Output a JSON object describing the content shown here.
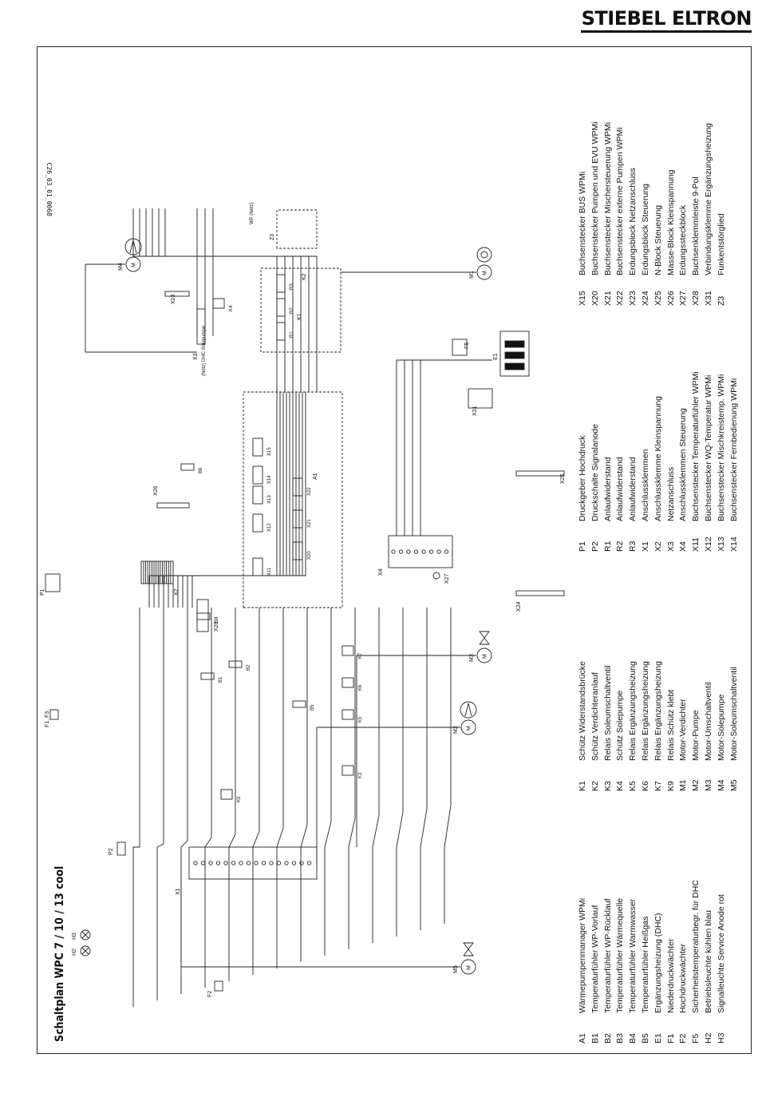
{
  "brand": "STIEBEL ELTRON",
  "title": "Schaltplan WPC 7 / 10 / 13 cool",
  "doc_id": "C26_03_01_0068",
  "legend_columns": [
    [
      {
        "code": "A1",
        "desc": "Wärmepumpenmanager WPMi"
      },
      {
        "code": "B1",
        "desc": "Temperaturfühler WP-Vorlauf"
      },
      {
        "code": "B2",
        "desc": "Temperaturfühler WP-Rücklauf"
      },
      {
        "code": "B3",
        "desc": "Temperaturfühler Wärmequelle"
      },
      {
        "code": "B4",
        "desc": "Temperaturfühler Warmwasser"
      },
      {
        "code": "B5",
        "desc": "Temperaturfühler Heißgas"
      },
      {
        "code": "E1",
        "desc": "Ergänzungsheizung (DHC)"
      },
      {
        "code": "F1",
        "desc": "Niederdruckwächter"
      },
      {
        "code": "F2",
        "desc": "Hochdruckwächter"
      },
      {
        "code": "F5",
        "desc": "Sicherheitstemperaturbegr. für  DHC"
      },
      {
        "code": "H2",
        "desc": "Betriebsleuchte kühlen blau"
      },
      {
        "code": "H3",
        "desc": "Signalleuchte Service Anode rot"
      }
    ],
    [
      {
        "code": "K1",
        "desc": "Schütz Widerstandsbrücke"
      },
      {
        "code": "K2",
        "desc": "Schütz Verdichteranlauf"
      },
      {
        "code": "K3",
        "desc": "Relais Soleumschaltventil"
      },
      {
        "code": "K4",
        "desc": "Schütz Solepumpe"
      },
      {
        "code": "K5",
        "desc": "Relais Ergänzungsheizung"
      },
      {
        "code": "K6",
        "desc": "Relais Ergänzungsheizung"
      },
      {
        "code": "K7",
        "desc": "Relais Ergänzungsheizung"
      },
      {
        "code": "K9",
        "desc": "Relais Schütz klebt"
      },
      {
        "code": "M1",
        "desc": "Motor-Verdichter"
      },
      {
        "code": "M2",
        "desc": "Motor-Pumpe"
      },
      {
        "code": "M3",
        "desc": "Motor-Umschaltventil"
      },
      {
        "code": "M4",
        "desc": "Motor-Solepumpe"
      },
      {
        "code": "M5",
        "desc": "Motor-Soleumschaltventil"
      }
    ],
    [
      {
        "code": "P1",
        "desc": "Druckgeber Hochdruck"
      },
      {
        "code": "P2",
        "desc": "Druckschalte Signalanode"
      },
      {
        "code": "R1",
        "desc": "Anlaufwiderstand"
      },
      {
        "code": "R2",
        "desc": "Anlaufwiderstand"
      },
      {
        "code": "R3",
        "desc": "Anlaufwiderstand"
      },
      {
        "code": "X1",
        "desc": "Anschlussklemmen"
      },
      {
        "code": "X2",
        "desc": "Anschlussklemme Kleinspannung"
      },
      {
        "code": "X3",
        "desc": "Netzanschluss"
      },
      {
        "code": "X4",
        "desc": "Anschlussklemmen Steuerung"
      },
      {
        "code": "X11",
        "desc": "Buchsenstecker Temperaturfühler WPMi"
      },
      {
        "code": "X12",
        "desc": "Buchsenstecker WQ-Temperatur WPMi"
      },
      {
        "code": "X13",
        "desc": "Buchsenstecker Mischkreistemp. WPMi"
      },
      {
        "code": "X14",
        "desc": "Buchsenstecker Fernbedienung WPMi"
      }
    ],
    [
      {
        "code": "X15",
        "desc": "Buchsenstecker BUS WPMi"
      },
      {
        "code": "X20",
        "desc": "Buchsenstecker Pumpen und EVU WPMi"
      },
      {
        "code": "X21",
        "desc": "Buchsenstecker Mischersteuerung WPMi"
      },
      {
        "code": "X22",
        "desc": "Buchsenstecker externe Pumpen WPMi"
      },
      {
        "code": "X23",
        "desc": "Erdungsblock Netzanschluss"
      },
      {
        "code": "X24",
        "desc": "Erdungsblock Steuerung"
      },
      {
        "code": "X25",
        "desc": "N-Block Steuerung"
      },
      {
        "code": "X26",
        "desc": "Masse-Block Kleinspannung"
      },
      {
        "code": "X27",
        "desc": "Erdungssteckblock"
      },
      {
        "code": "X28",
        "desc": "Buchsenklemmleiste 9-Pol"
      },
      {
        "code": "X31",
        "desc": "Verbindungsklemme Ergänzungsheizung"
      },
      {
        "code": "Z3",
        "desc": "Funkentstörglied"
      }
    ]
  ],
  "component_labels": {
    "A1": "A1",
    "X1": "X1",
    "X2": "X2",
    "X3": "X3",
    "X4": "X4",
    "X11": "X11",
    "X12": "X12",
    "X13": "X13",
    "X14": "X14",
    "X15": "X15",
    "X20": "X20",
    "X21": "X21",
    "X22": "X22",
    "X23": "X23",
    "X24": "X24",
    "X25": "X25",
    "X26": "X26",
    "X27": "X27",
    "X28": "X28",
    "X31": "X31",
    "E1": "E1",
    "F5": "F5",
    "M1": "M1",
    "M2": "M2",
    "M3": "M3",
    "M4": "M4",
    "M5": "M5",
    "H2": "H2",
    "H3": "H3",
    "P1": "P1",
    "P2": "P2",
    "F1F3": "F1, F3",
    "F2": "F2",
    "K1": "K1",
    "K2": "K2",
    "K3": "K3",
    "K4": "K4",
    "K5": "K5",
    "K6": "K6",
    "K7": "K7",
    "K9": "K9",
    "B1": "B1",
    "B2": "B2",
    "B5": "B5",
    "B6": "B6",
    "B8": "B8",
    "R1": "R1",
    "R2": "R2",
    "R3": "R3",
    "Z3": "Z3",
    "WP": "WP (Netz)",
    "NETZ": "(Netz) DHC Solepumpe"
  }
}
